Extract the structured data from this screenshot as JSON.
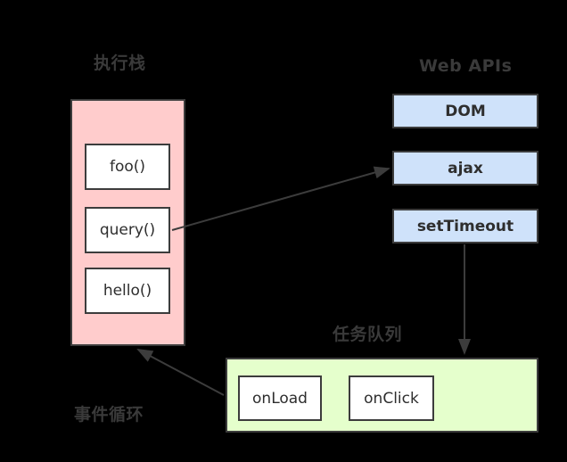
{
  "diagram": {
    "title_labels": {
      "call_stack": "执行栈",
      "web_apis": "Web APIs",
      "task_queue": "任务队列",
      "event_loop": "事件循环"
    },
    "colors": {
      "background": "#000000",
      "call_stack_fill": "#ffcccc",
      "task_queue_fill": "#e5ffcc",
      "web_api_fill": "#cfe2fa",
      "frame_fill": "#ffffff",
      "stroke": "#3c3c3c",
      "label_text": "#3a3a3a",
      "box_text": "#2e2e2e"
    },
    "call_stack": {
      "frames": [
        {
          "label": "foo()"
        },
        {
          "label": "query()"
        },
        {
          "label": "hello()"
        }
      ]
    },
    "web_apis": {
      "items": [
        {
          "label": "DOM"
        },
        {
          "label": "ajax"
        },
        {
          "label": "setTimeout"
        }
      ]
    },
    "task_queue": {
      "tasks": [
        {
          "label": "onLoad"
        },
        {
          "label": "onClick"
        }
      ]
    },
    "arrows": [
      {
        "name": "query-to-ajax",
        "from": "query()",
        "to": "ajax"
      },
      {
        "name": "settimeout-to-task-queue",
        "from": "setTimeout",
        "to": "任务队列"
      },
      {
        "name": "task-queue-to-call-stack",
        "from": "任务队列",
        "to": "执行栈"
      }
    ]
  }
}
